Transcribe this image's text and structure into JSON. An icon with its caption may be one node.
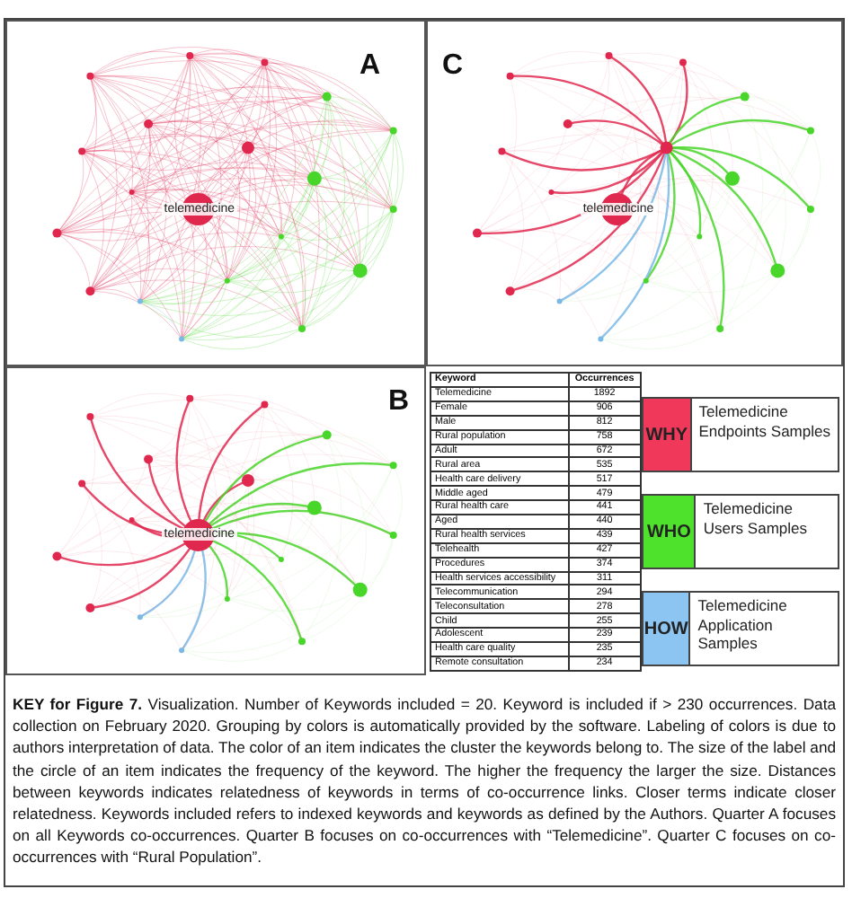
{
  "diagram": {
    "caption": "**KEY for Figure 7.** Visualization. Number of Keywords included = 20. Keyword is included if > 230 occurrences. Data collection on February  2020. Grouping by colors is automatically provided by the software. Labeling of colors is due to authors interpretation of data. The color of an item indicates the cluster the keywords belong to. The size of the label and the circle of an item indicates the frequency of the keyword. The higher the frequency the larger the size. Distances between keywords indicates relatedness of keywords in terms of co-occurrence links. Closer terms indicate closer relatedness. Keywords included refers to indexed keywords and keywords as defined by the Authors. Quarter A focuses on all Keywords co-occurrences. Quarter B focuses on co-occurrences with “Telemedicine”. Quarter C focuses on co-occurrences with “Rural Population”.",
    "labels": [
      "A",
      "telemedicine",
      "C",
      "telemedicine",
      "B",
      "telemedicine",
      "Keyword",
      "Occurrences",
      "Telemedicine",
      "1892",
      "Female",
      "906",
      "Male",
      "812",
      "Rural population",
      "758",
      "Adult",
      "672",
      "Rural area",
      "535",
      "Health care delivery",
      "517",
      "Middle aged",
      "479",
      "Rural health care",
      "441",
      "Aged",
      "440",
      "Rural health services",
      "439",
      "Telehealth",
      "427",
      "Procedures",
      "374",
      "Health services accessibility",
      "311",
      "Telecommunication",
      "294",
      "Teleconsultation",
      "278",
      "Child",
      "255",
      "Adolescent",
      "239",
      "Health care quality",
      "235",
      "Remote consultation",
      "234",
      "WHY",
      "WHO",
      "HOW"
    ],
    "legend": [
      {
        "text": "Telemedicine Endpoints Samples",
        "color": "#f0395a"
      },
      {
        "text": "Telemedicine Users Samples",
        "color": "#4ee22c"
      },
      {
        "text": "Telemedicine Application Samples",
        "color": "#8cc4f2"
      }
    ]
  }
}
